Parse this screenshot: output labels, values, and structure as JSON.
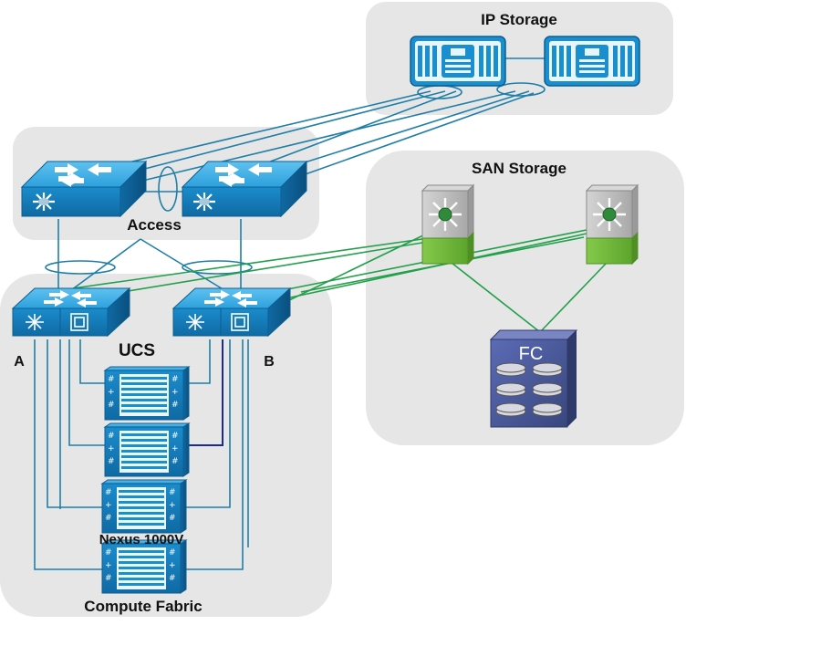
{
  "zones": {
    "ip_storage": "IP Storage",
    "san_storage": "SAN Storage",
    "access": "Access",
    "ucs": "UCS",
    "compute_fabric": "Compute Fabric"
  },
  "labels": {
    "fabric_a": "A",
    "fabric_b": "B",
    "nexus": "Nexus 1000V",
    "fc": "FC"
  },
  "colors": {
    "zone_fill": "#e6e6e6",
    "device_blue": "#1a8fcf",
    "link_blue": "#1f7fa8",
    "link_green": "#23a04a",
    "link_navy": "#1a2a9a",
    "san_gray": "#b0b0b0",
    "san_green": "#6cb83a",
    "fc_purple": "#4a5aa0"
  },
  "icons": {
    "ip_storage_array": "storage-array-icon",
    "access_switch": "layer2-switch-icon",
    "fabric_interconnect": "fabric-interconnect-icon",
    "mds_switch": "mds-fabric-switch-icon",
    "blade_chassis": "blade-chassis-icon",
    "fc_disk_array": "fc-disk-array-icon"
  }
}
